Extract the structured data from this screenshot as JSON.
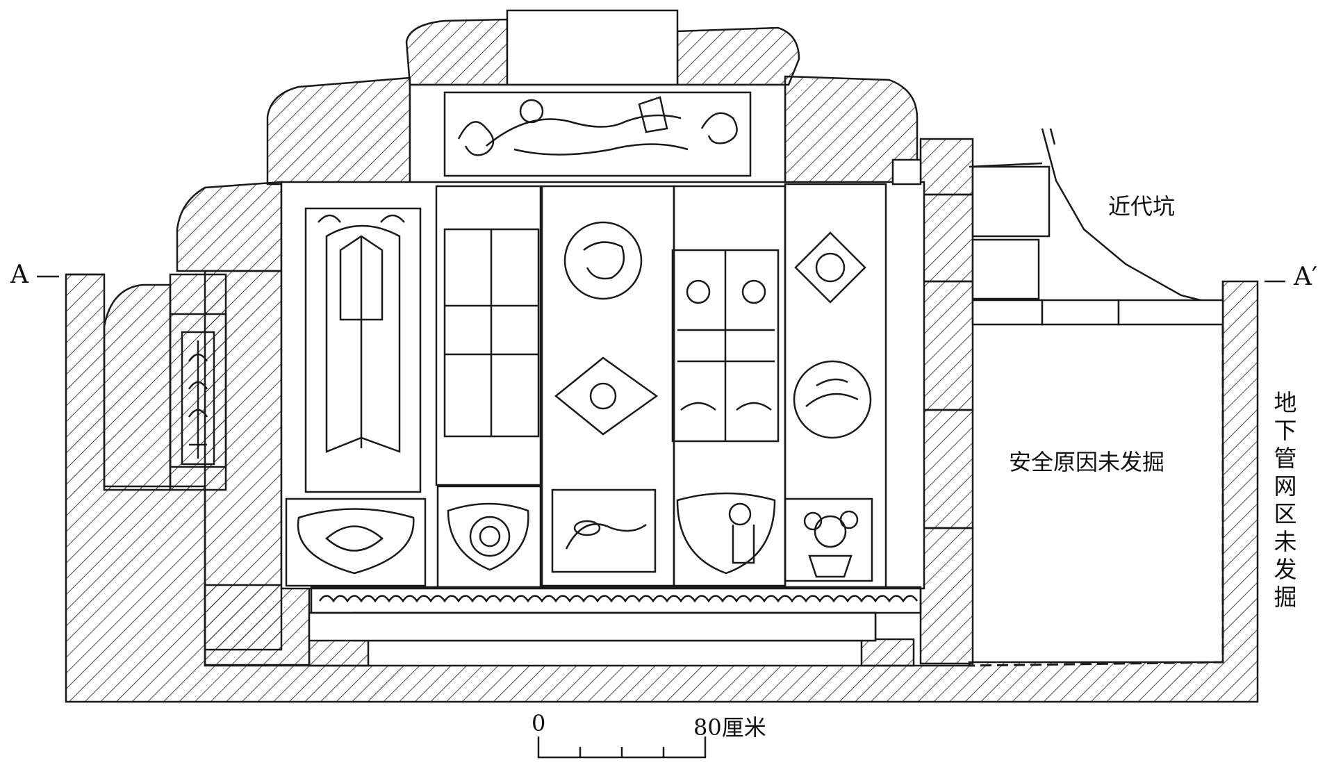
{
  "section_left": "A",
  "section_right": "A′",
  "annotations": {
    "modern_pit": "近代坑",
    "unexcavated_safety": "安全原因未发掘",
    "unexcavated_pipes": "地下管网区未发掘"
  },
  "scale_bar": {
    "start": "0",
    "end": "80厘米"
  },
  "colors": {
    "line": "#1a1a1a",
    "background": "#ffffff"
  }
}
